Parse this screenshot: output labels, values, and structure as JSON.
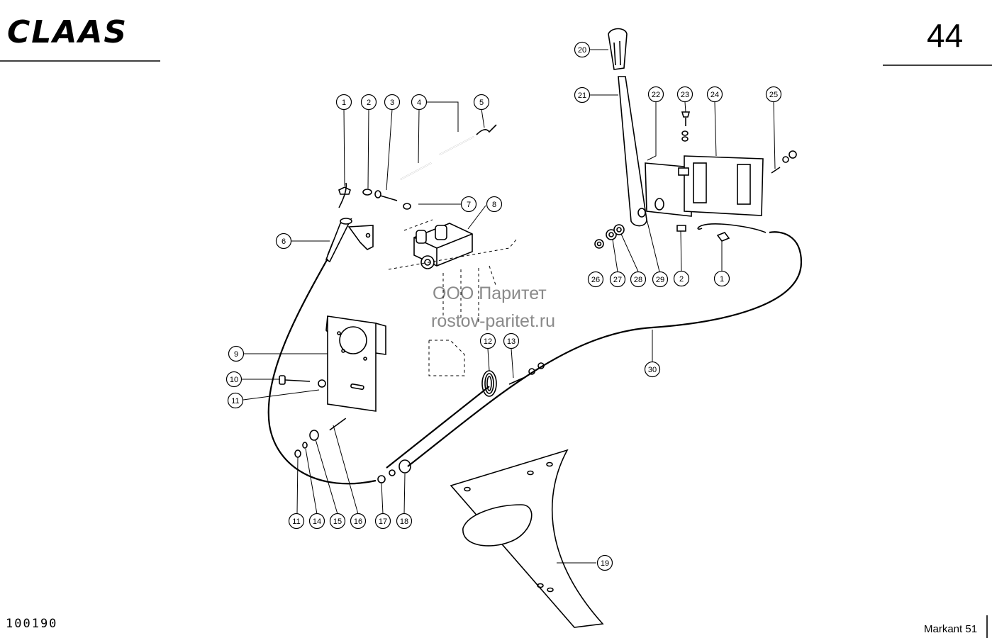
{
  "header": {
    "brand": "CLAAS",
    "page_number": "44"
  },
  "footer": {
    "doc_number": "100190",
    "model": "Markant 51"
  },
  "watermark": {
    "line1": "ООО Паритет",
    "line2": "rostov-paritet.ru"
  },
  "callouts": [
    {
      "label": "1"
    },
    {
      "label": "2"
    },
    {
      "label": "3"
    },
    {
      "label": "4"
    },
    {
      "label": "5"
    },
    {
      "label": "6"
    },
    {
      "label": "7"
    },
    {
      "label": "8"
    },
    {
      "label": "9"
    },
    {
      "label": "10"
    },
    {
      "label": "11"
    },
    {
      "label": "11"
    },
    {
      "label": "12"
    },
    {
      "label": "13"
    },
    {
      "label": "14"
    },
    {
      "label": "15"
    },
    {
      "label": "16"
    },
    {
      "label": "17"
    },
    {
      "label": "18"
    },
    {
      "label": "19"
    },
    {
      "label": "20"
    },
    {
      "label": "21"
    },
    {
      "label": "22"
    },
    {
      "label": "23"
    },
    {
      "label": "24"
    },
    {
      "label": "25"
    },
    {
      "label": "26"
    },
    {
      "label": "27"
    },
    {
      "label": "28"
    },
    {
      "label": "29"
    },
    {
      "label": "2"
    },
    {
      "label": "1"
    },
    {
      "label": "30"
    }
  ]
}
